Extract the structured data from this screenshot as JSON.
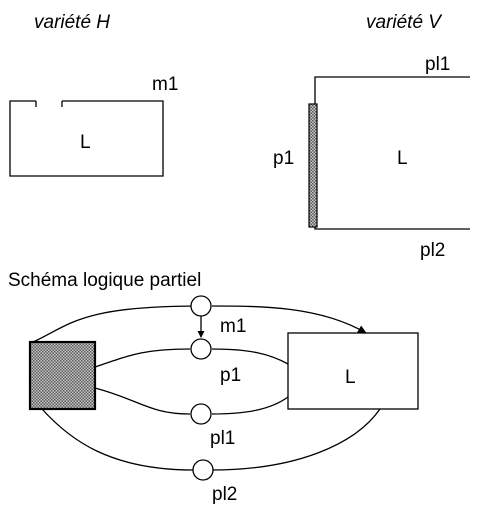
{
  "variant_h": {
    "title": "variété H",
    "box_label": "L",
    "m1_label": "m1"
  },
  "variant_v": {
    "title": "variété V",
    "box_label": "L",
    "pl1_label": "pl1",
    "p1_label": "p1",
    "pl2_label": "pl2"
  },
  "schema": {
    "title": "Schéma logique partiel",
    "m1_label": "m1",
    "p1_label": "p1",
    "pl1_label": "pl1",
    "pl2_label": "pl2",
    "box_label": "L"
  },
  "colors": {
    "stroke": "#000000",
    "hatched_fill": "#9a9a9a",
    "background": "#ffffff"
  }
}
